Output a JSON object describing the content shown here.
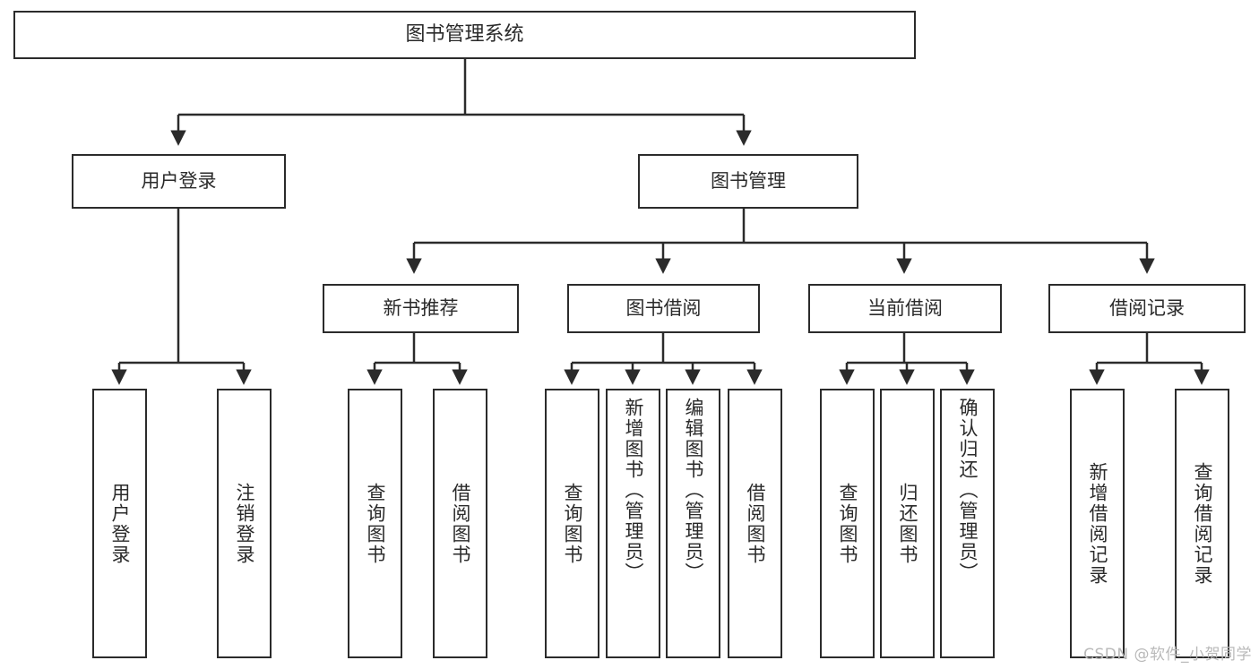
{
  "diagram": {
    "title": "图书管理系统",
    "type": "tree-hierarchy",
    "watermark": "CSDN @软件_小贺同学",
    "colors": {
      "background": "#ffffff",
      "node_border": "#2b2b2b",
      "node_fill": "#ffffff",
      "text": "#2a2a2a",
      "edge": "#2b2b2b",
      "watermark": "#b9b9b9"
    },
    "nodes": {
      "root": {
        "label": "图书管理系统"
      },
      "level1": [
        {
          "label": "用户登录"
        },
        {
          "label": "图书管理"
        }
      ],
      "level2": [
        {
          "label": "新书推荐"
        },
        {
          "label": "图书借阅"
        },
        {
          "label": "当前借阅"
        },
        {
          "label": "借阅记录"
        }
      ],
      "leaves": {
        "user_login": [
          {
            "label": "用户登录"
          },
          {
            "label": "注销登录"
          }
        ],
        "new_book_recommend": [
          {
            "label": "查询图书"
          },
          {
            "label": "借阅图书"
          }
        ],
        "book_borrow": [
          {
            "label": "查询图书"
          },
          {
            "label": "新增图书（管理员）"
          },
          {
            "label": "编辑图书（管理员）"
          },
          {
            "label": "借阅图书"
          }
        ],
        "current_borrow": [
          {
            "label": "查询图书"
          },
          {
            "label": "归还图书"
          },
          {
            "label": "确认归还（管理员）"
          }
        ],
        "borrow_record": [
          {
            "label": "新增借阅记录"
          },
          {
            "label": "查询借阅记录"
          }
        ]
      }
    }
  }
}
